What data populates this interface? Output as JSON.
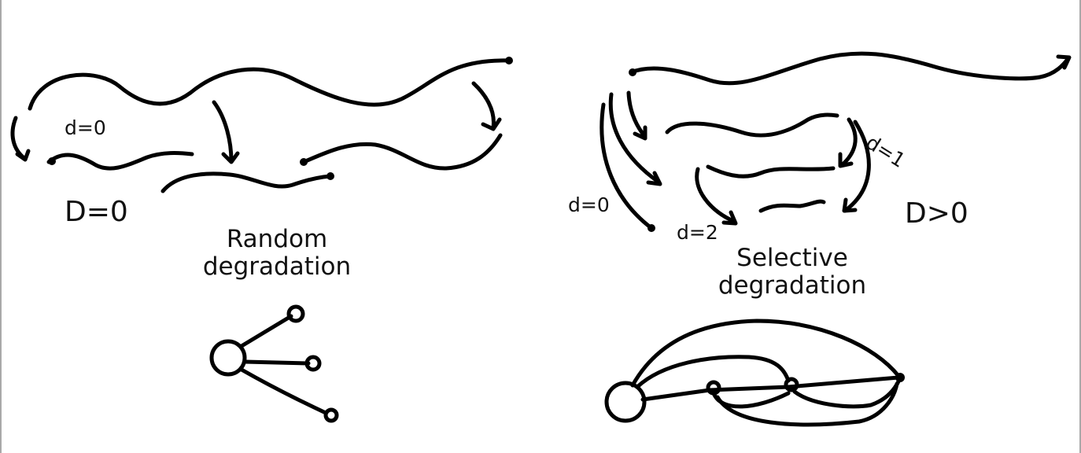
{
  "left": {
    "small_label": "d=0",
    "big_label": "D=0",
    "caption_line1": "Random",
    "caption_line2": "degradation"
  },
  "right": {
    "label_d1": "d=1",
    "label_d0": "d=0",
    "label_d2": "d=2",
    "big_label": "D>0",
    "caption_line1": "Selective",
    "caption_line2": "degradation"
  }
}
